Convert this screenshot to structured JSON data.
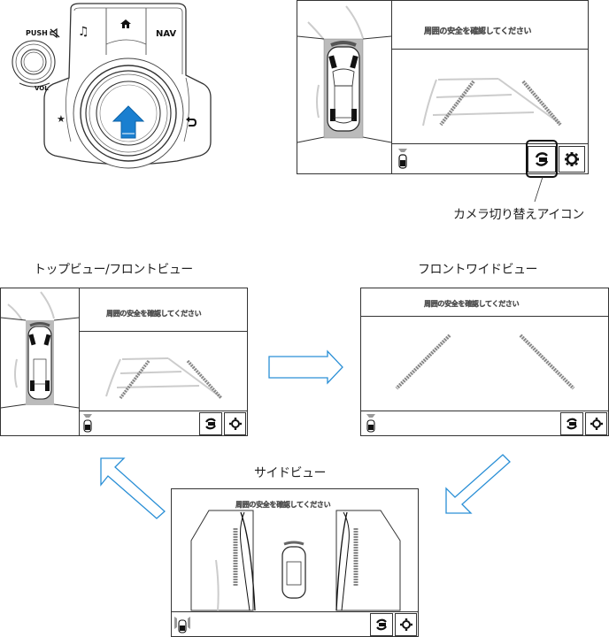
{
  "controller": {
    "push_label": "PUSH",
    "mute_icon": "mute-icon",
    "vol_label": "VOL",
    "music_icon": "music-note-icon",
    "home_icon": "home-icon",
    "nav_label": "NAV",
    "favorite_icon": "star-icon",
    "back_icon": "back-arrow-icon",
    "press_indicator": "up-arrow-icon",
    "accent_color": "#1a7fd0"
  },
  "callout": {
    "label": "カメラ切り替えアイコン"
  },
  "screens": {
    "main": {
      "message": "周囲の安全を確認してください",
      "camera_switch_icon": "camera-switch-icon",
      "settings_icon": "gear-icon"
    },
    "top_front": {
      "title": "トップビュー/フロントビュー",
      "message": "周囲の安全を確認してください"
    },
    "front_wide": {
      "title": "フロントワイドビュー",
      "message": "周囲の安全を確認してください"
    },
    "side": {
      "title": "サイドビュー",
      "message": "周囲の安全を確認してください"
    }
  },
  "flow": {
    "arrow_color": "#2a8fd6",
    "sequence": [
      "トップビュー/フロントビュー",
      "フロントワイドビュー",
      "サイドビュー"
    ]
  }
}
